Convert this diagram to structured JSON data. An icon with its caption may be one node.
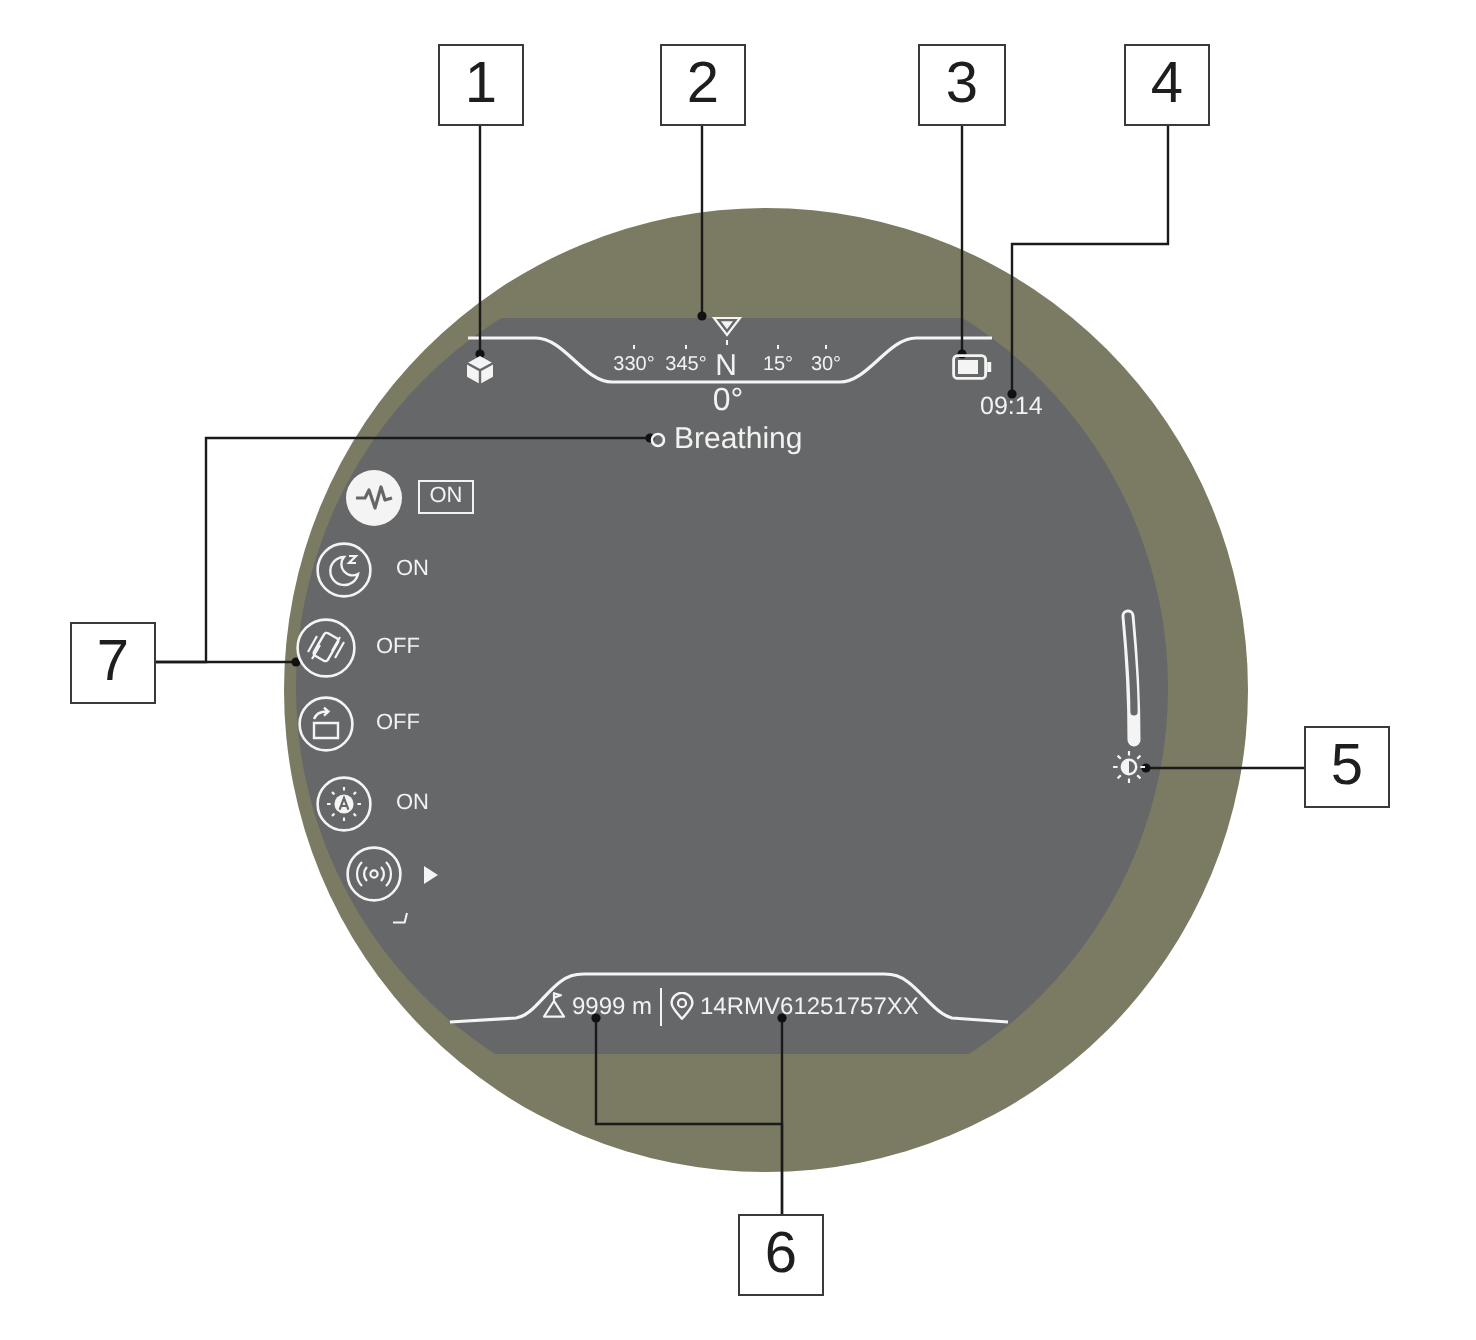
{
  "diagram": {
    "nodes": [
      {
        "text": [
          "1"
        ]
      },
      {
        "text": [
          "2"
        ]
      },
      {
        "text": [
          "3"
        ]
      },
      {
        "text": [
          "4"
        ]
      },
      {
        "text": [],
        "shape": "picture"
      },
      {
        "text": [],
        "shape": "bar"
      },
      {
        "text": [],
        "shape": "picture"
      },
      {
        "text": [
          "09:14"
        ]
      },
      {
        "text": [
          "Breathing"
        ]
      },
      {
        "text": [
          "ON"
        ]
      },
      {
        "text": [
          "7"
        ]
      },
      {
        "text": [],
        "shape": "circle"
      },
      {
        "text": [],
        "shape": "picture"
      },
      {
        "text": [
          "5"
        ]
      },
      {
        "text": [
          "9999 m"
        ]
      },
      {
        "text": [
          "14RMV61251757XX"
        ]
      },
      {
        "text": [
          "6"
        ]
      }
    ],
    "edges": [
      {
        "from": 0,
        "to": 4,
        "arrow": "other"
      },
      {
        "from": 1,
        "to": 5,
        "arrow": "other"
      },
      {
        "from": 2,
        "to": 6,
        "arrow": "other"
      },
      {
        "from": 3,
        "to": 7,
        "arrow": "other"
      },
      {
        "from": 10,
        "to": 8,
        "arrow": "other"
      },
      {
        "from": 10,
        "to": 11,
        "arrow": "other"
      },
      {
        "from": 13,
        "to": 12,
        "arrow": "other"
      },
      {
        "from": 16,
        "to": 14,
        "arrow": "other"
      },
      {
        "from": 16,
        "to": 15,
        "arrow": "other"
      }
    ],
    "labels": [
      "330°",
      "345°",
      "N",
      "15°",
      "30°",
      "0°",
      "ON",
      "OFF",
      "OFF",
      "ON"
    ]
  }
}
